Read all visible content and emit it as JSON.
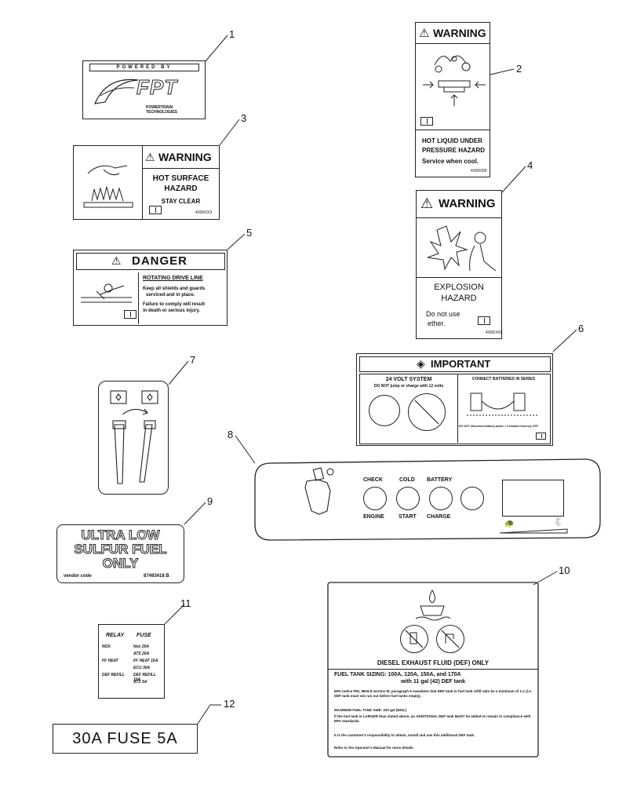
{
  "callouts": [
    "1",
    "2",
    "3",
    "4",
    "5",
    "6",
    "7",
    "8",
    "9",
    "10",
    "11",
    "12"
  ],
  "decal1": {
    "top": "POWERED BY",
    "brand": "FPT",
    "sub": "POWERTRAIN TECHNOLOGIES"
  },
  "decal2": {
    "warning": "WARNING",
    "line1": "HOT LIQUID UNDER",
    "line2": "PRESSURE HAZARD",
    "line3": "Service when cool.",
    "code": "4X8X000"
  },
  "decal3": {
    "warning": "WARNING",
    "line1": "HOT SURFACE",
    "line2": "HAZARD",
    "line3": "STAY CLEAR",
    "code": "4X8X0X3"
  },
  "decal4": {
    "warning": "WARNING",
    "line1": "EXPLOSION",
    "line2": "HAZARD",
    "line3": "Do not use",
    "line4": "ether.",
    "code": "4X8XX0X"
  },
  "decal5": {
    "danger": "DANGER",
    "title": "ROTATING DRIVE LINE",
    "b1": "Keep all shields and guards",
    "b1b": "serviced and in place.",
    "b2": "Failure to comply will result",
    "b2b": "in death or serious injury."
  },
  "decal6": {
    "important": "IMPORTANT",
    "left_title": "24 VOLT SYSTEM",
    "left_sub": "DO NOT jump or charge with 12 volts",
    "right_title": "CONNECT BATTERIES IN SERIES",
    "foot": "DO NOT disconnect battery power < 3 minutes from key OFF"
  },
  "decal8": {
    "check": "CHECK",
    "engine": "ENGINE",
    "cold": "COLD",
    "start": "START",
    "battery": "BATTERY",
    "charge": "CHARGE"
  },
  "decal9": {
    "l1": "ULTRA LOW",
    "l2": "SULFUR FUEL",
    "l3": "ONLY",
    "vendor": "vendor code",
    "part": "87493418 B"
  },
  "decal10": {
    "title": "DIESEL EXHAUST FLUID (DEF) ONLY",
    "sizing": "FUEL TANK SIZING: 100A, 120A, 150A, and 170A",
    "sizing2": "with 11 gal (42) DEF tank",
    "p1": "EPA notice FRL 9815-9 section III, paragraph 6 mandates that DEF tank to fuel tank refill ratio be a minimum of 1:1 (i.e. DEF tank must not run out before fuel tanks empty).",
    "p2": "MAXIMUM FUEL TANK SIZE: 220 gal (832L)",
    "p3": "If the fuel tank is LARGER than stated above, an ADDITIONAL DEF tank MUST be added to remain in compliance with EPA standards.",
    "p4": "It is the customer's responsibility to obtain, install and use this additional DEF tank.",
    "p5": "Refer to the Operator's Manual for more details."
  },
  "decal11": {
    "h1": "RELAY",
    "h2": "FUSE",
    "rows": [
      [
        "NOX",
        "Nox 20A"
      ],
      [
        "",
        "ATS 20A"
      ],
      [
        "FF HEAT",
        "FF HEAT 15A"
      ],
      [
        "",
        "ECU 30A"
      ],
      [
        "DEF REFILL",
        "DEF REFILL 10A"
      ],
      [
        "",
        "ATS 5A"
      ]
    ]
  },
  "decal12": {
    "text": "30A FUSE 5A"
  }
}
